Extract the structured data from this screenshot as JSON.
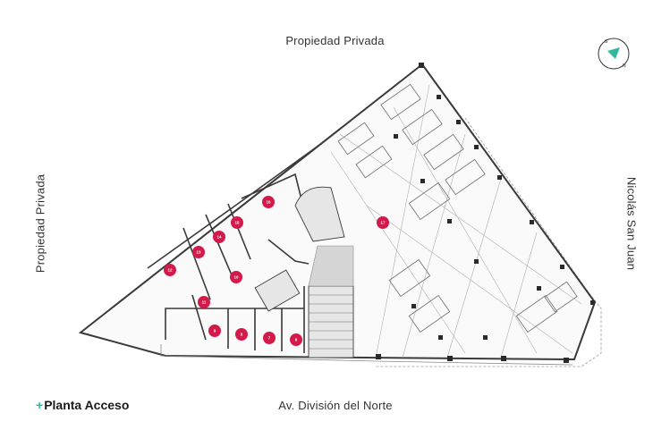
{
  "labels": {
    "north": "Propiedad Privada",
    "west": "Propiedad Privada",
    "east": "Nicolás San Juan",
    "south": "Av. División del Norte"
  },
  "brand": {
    "plus": "+",
    "title": "Planta Acceso"
  },
  "compass": {
    "icon": "compass-icon",
    "north_letter": "N",
    "south_letter": "S",
    "needle_color": "#2fb9a0"
  },
  "units": [
    "6",
    "7",
    "8",
    "9",
    "10",
    "11",
    "12",
    "13",
    "14",
    "15",
    "16",
    "17"
  ],
  "colors": {
    "unit_marker": "#d31a4a",
    "wall": "#3a3a3a",
    "outline": "#8a8a8a",
    "accent": "#2fb9a0"
  }
}
